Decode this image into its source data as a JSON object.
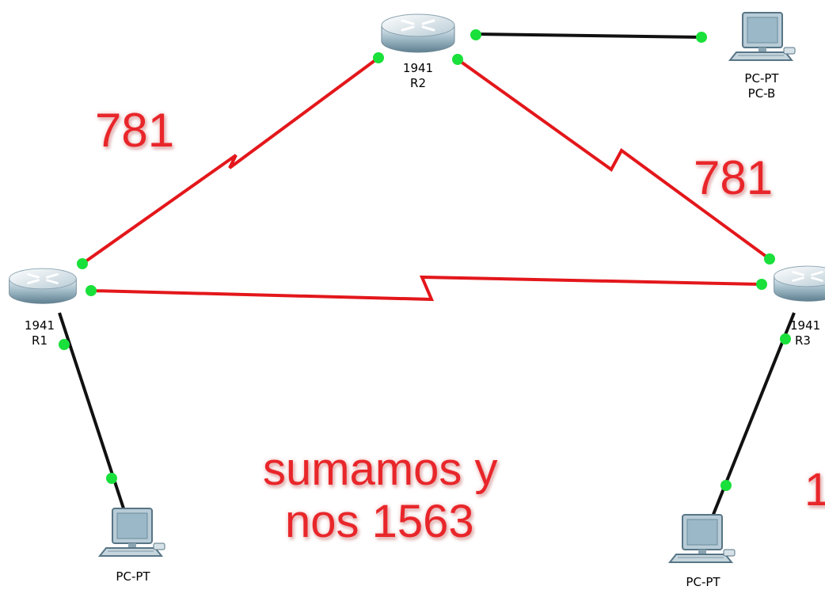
{
  "colors": {
    "serial_link": "#e3171b",
    "ethernet_link": "#111111",
    "port_indicator": "#19e03a",
    "annotation": "#e8262a"
  },
  "devices": {
    "r1": {
      "model": "1941",
      "name": "R1",
      "icon": "router-icon"
    },
    "r2": {
      "model": "1941",
      "name": "R2",
      "icon": "router-icon"
    },
    "r3": {
      "model": "1941",
      "name": "R3",
      "icon": "router-icon"
    },
    "pc_b": {
      "model": "PC-PT",
      "name": "PC-B",
      "icon": "pc-icon"
    },
    "pc_left": {
      "model": "PC-PT",
      "icon": "pc-icon"
    },
    "pc_right": {
      "model": "PC-PT",
      "icon": "pc-icon"
    }
  },
  "annotations": {
    "cost_r1_r2": "781",
    "cost_r2_r3": "781",
    "sum_line1": "sumamos y",
    "sum_line2": "nos 1563",
    "cut_off": "1"
  }
}
